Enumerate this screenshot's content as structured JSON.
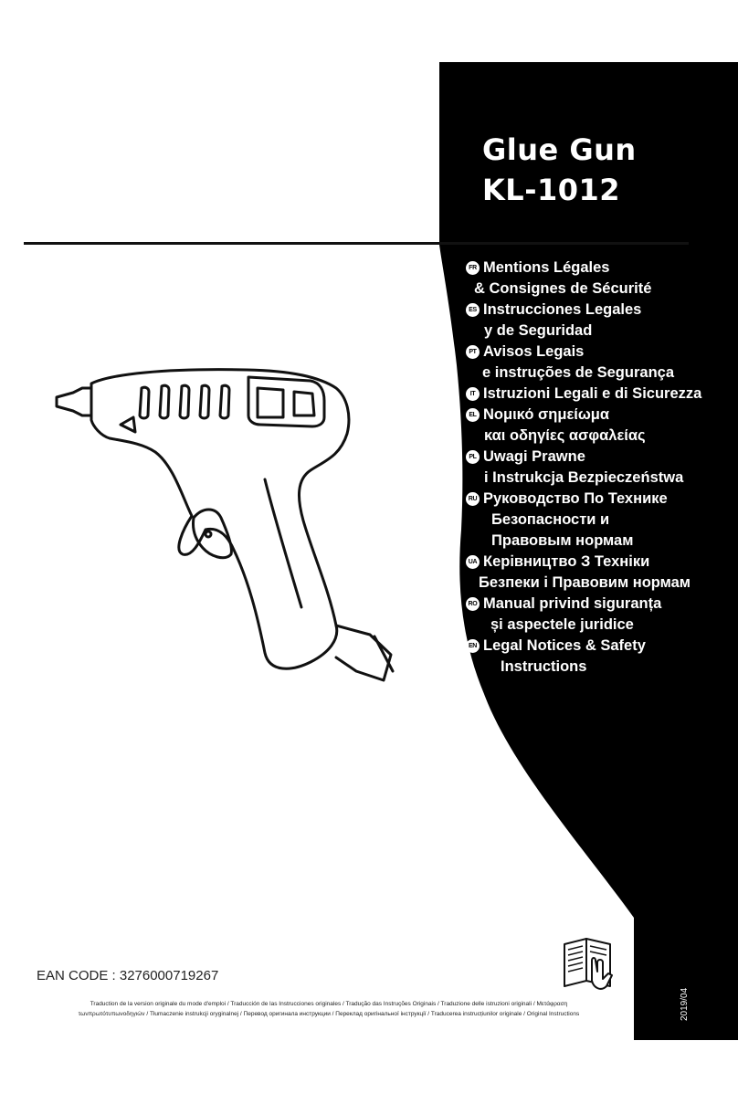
{
  "product": {
    "name": "Glue Gun",
    "model": "KL-1012"
  },
  "languages": [
    {
      "code": "FR",
      "line1": "Mentions Légales",
      "line2": "& Consignes de Sécurité"
    },
    {
      "code": "ES",
      "line1": "Instrucciones Legales",
      "line2": "y de Seguridad"
    },
    {
      "code": "PT",
      "line1": "Avisos Legais",
      "line2": "e instruções de Segurança"
    },
    {
      "code": "IT",
      "line1": "Istruzioni Legali e di Sicurezza",
      "line2": ""
    },
    {
      "code": "EL",
      "line1": "Νομικό σημείωμα",
      "line2": "και οδηγίες ασφαλείας"
    },
    {
      "code": "PL",
      "line1": "Uwagi Prawne",
      "line2": "i Instrukcja Bezpieczeństwa"
    },
    {
      "code": "RU",
      "line1": "Руководство По Технике",
      "line2": "Безопасности и",
      "line3": "Правовым нормам"
    },
    {
      "code": "UA",
      "line1": "Керівництво З Техніки",
      "line2": "Безпеки і Правовим нормам"
    },
    {
      "code": "RO",
      "line1": "Manual privind siguranța",
      "line2": "și aspectele juridice"
    },
    {
      "code": "EN",
      "line1": "Legal Notices & Safety",
      "line2": "Instructions"
    }
  ],
  "ean": "EAN CODE : 3276000719267",
  "disclaimer": {
    "line1": "Traduction de la version originale du mode d'emploi / Traducción de las Instrucciones originales / Tradução das Instruções Originais / Traduzione delle istruzioni originali / Μετάφραση",
    "line2": "τωνπρωτότυπωνοδηγιών / Tłumaczenie instrukcji oryginalnej / Перевод оригинала инструкции / Переклад оригінальної інструкції / Traducerea instrucțiunilor originale / Original Instructions"
  },
  "date": "2019/04",
  "colors": {
    "panel": "#000000",
    "text_on_panel": "#ffffff",
    "ink": "#111111"
  },
  "icons": [
    "gun-illustration",
    "read-manual-icon"
  ]
}
